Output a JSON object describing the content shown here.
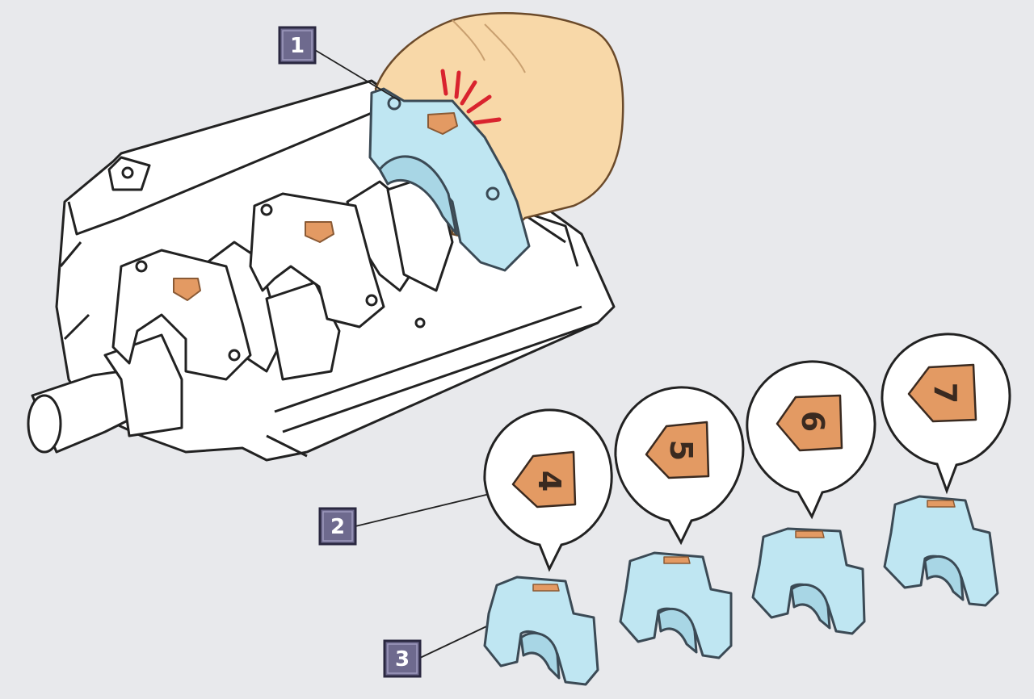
{
  "callouts": [
    {
      "id": "1",
      "label": "1"
    },
    {
      "id": "2",
      "label": "2"
    },
    {
      "id": "3",
      "label": "3"
    }
  ],
  "bearing_caps": [
    {
      "number": "4"
    },
    {
      "number": "5"
    },
    {
      "number": "6"
    },
    {
      "number": "7"
    }
  ],
  "colors": {
    "background": "#e8e9ec",
    "cap_fill": "#bfe6f2",
    "cap_stroke": "#3b4a55",
    "marker_fill": "#e39a63",
    "hand_fill": "#f8d8a8",
    "callout_box": "#6e6a8e",
    "accent_red": "#d9232e",
    "line": "#222222"
  },
  "icons": {
    "hand": "hand-icon",
    "impact": "impact-lines-icon"
  }
}
